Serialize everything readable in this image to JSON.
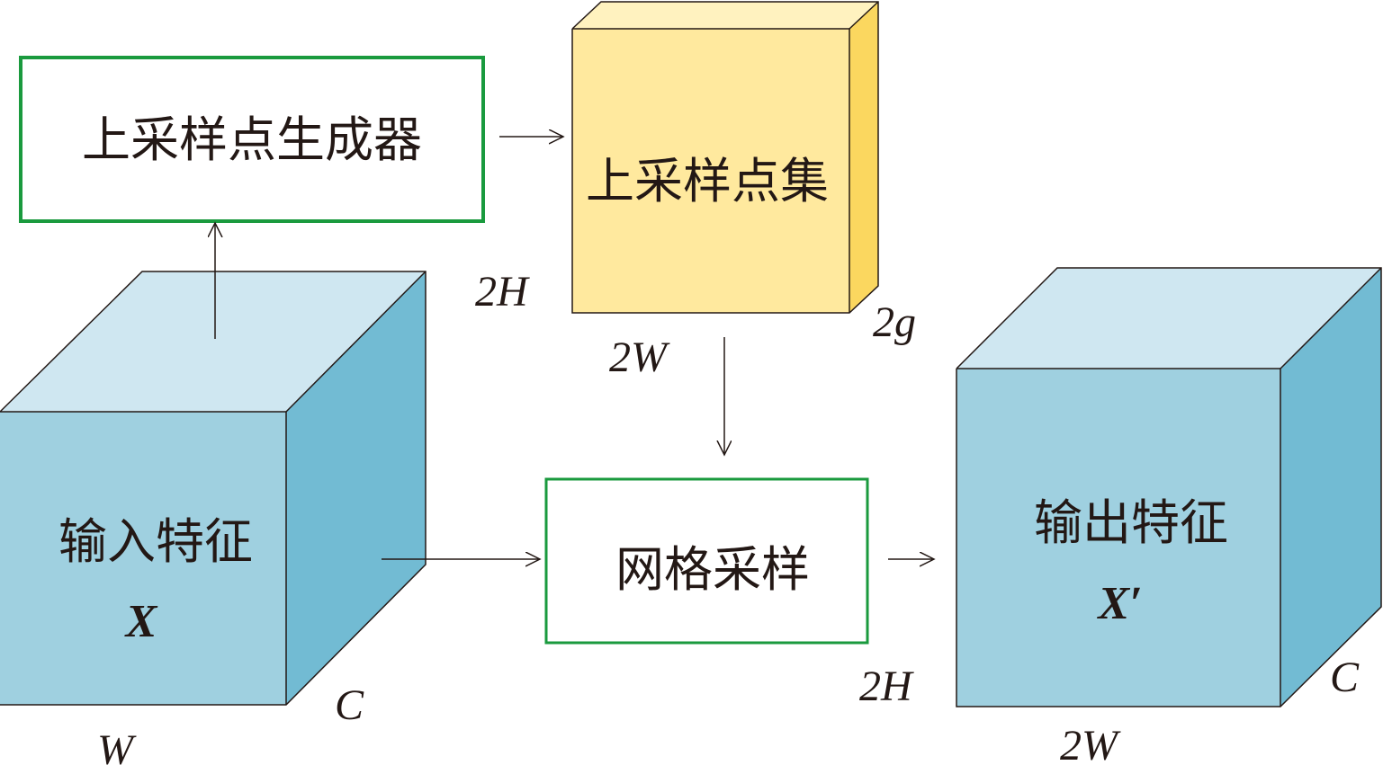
{
  "colors": {
    "cube_front": "#9fd0e0",
    "cube_top": "#cfe7f1",
    "cube_side": "#72bbd3",
    "yellow_front": "#ffe99e",
    "yellow_top": "#fff2bf",
    "yellow_side": "#fbd75f",
    "box_border": "#1a9a3e",
    "text": "#231815"
  },
  "nodes": {
    "generator": {
      "label": "上采样点生成器"
    },
    "point_set": {
      "label": "上采样点集"
    },
    "grid_sample": {
      "label": "网格采样"
    },
    "input": {
      "label": "输入特征",
      "symbol": "X"
    },
    "output": {
      "label": "输出特征",
      "symbol": "X′"
    }
  },
  "dims": {
    "input_w": "W",
    "input_c": "C",
    "point_h": "2H",
    "point_w": "2W",
    "point_g": "2g",
    "output_h": "2H",
    "output_w": "2W",
    "output_c": "C"
  }
}
